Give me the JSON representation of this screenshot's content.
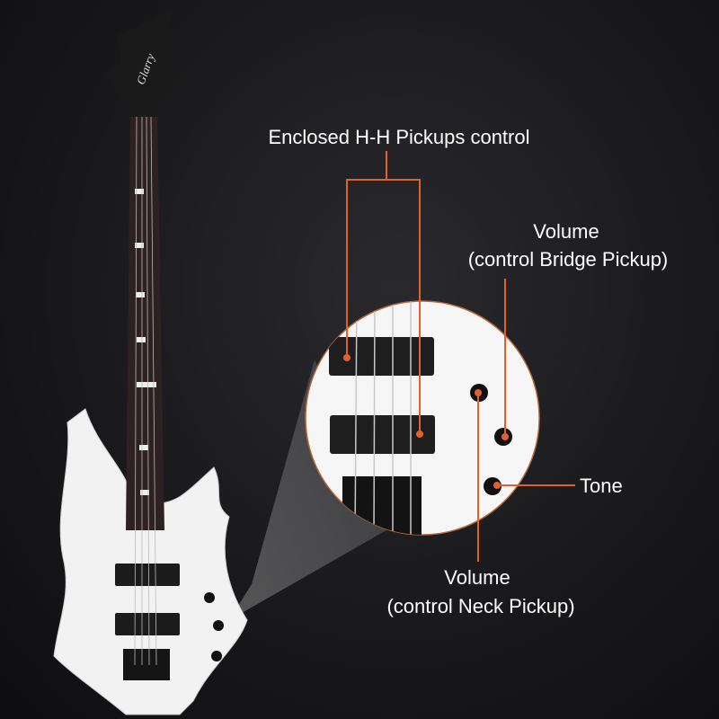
{
  "labels": {
    "pickups": "Enclosed H-H Pickups control",
    "volume_bridge_title": "Volume",
    "volume_bridge_sub": "(control Bridge Pickup)",
    "tone": "Tone",
    "volume_neck_title": "Volume",
    "volume_neck_sub": "(control Neck Pickup)"
  },
  "headstock_logo": "Glarry",
  "colors": {
    "accent": "#e0622a",
    "body": "#f4f4f4",
    "background": "#1a1a1d"
  }
}
